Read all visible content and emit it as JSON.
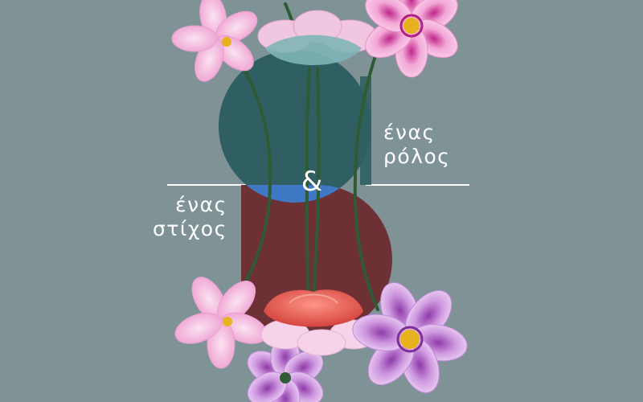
{
  "colors": {
    "background": "#7f9397",
    "teal_circle": "#2f5f62",
    "maroon_shape": "#6d3035",
    "blue_overlap": "#3f78c4",
    "line": "#ffffff",
    "petal_pink": "#f2bce0",
    "petal_magenta": "#d357aa",
    "petal_lilac": "#c58fd6",
    "poppy_red": "#e25a4f",
    "flower_center": "#e8b21e",
    "stem": "#2e5a34"
  },
  "icons": [
    "cosmos-flower-icon",
    "poppy-flower-icon"
  ],
  "text": {
    "right_line1": "ένας",
    "right_line2": "ρόλος",
    "left_line1": "ένας",
    "left_line2": "στίχος",
    "ampersand": "&"
  }
}
